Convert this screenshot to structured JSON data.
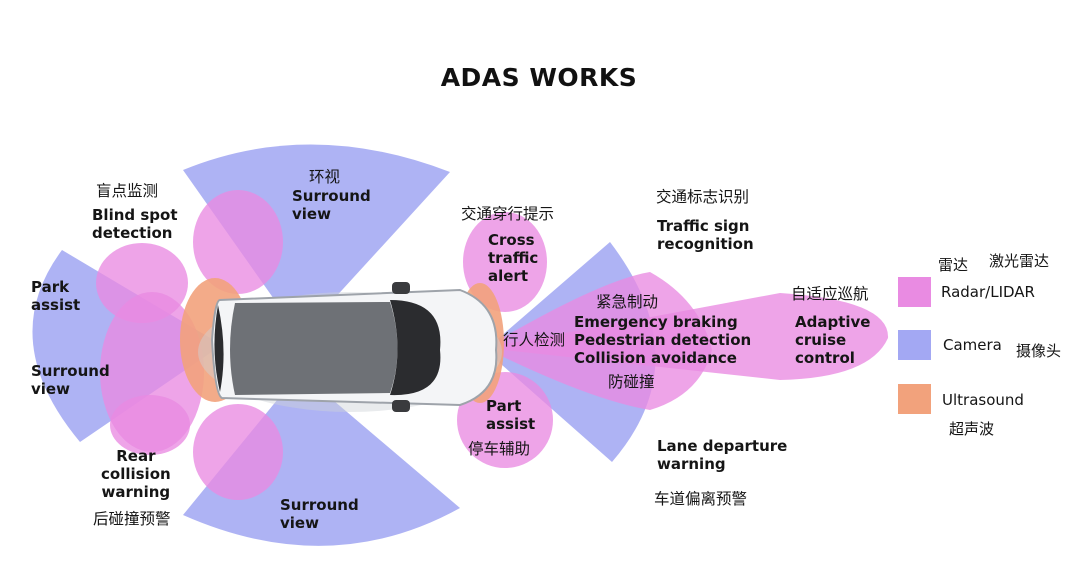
{
  "title": "ADAS WORKS",
  "colors": {
    "radar": "#e98be2",
    "camera": "#a3a8f3",
    "ultrasound": "#f2a27c"
  },
  "labels": {
    "blind_spot_cn": "盲点监测",
    "blind_spot_en": "Blind spot\ndetection",
    "surround_top_cn": "环视",
    "surround_top_en": "Surround\nview",
    "cross_traffic_cn": "交通穿行提示",
    "cross_traffic_en": "Cross\ntraffic\nalert",
    "traffic_sign_cn": "交通标志识别",
    "traffic_sign_en": "Traffic sign\nrecognition",
    "park_assist_en": "Park\nassist",
    "surround_left_en": "Surround\nview",
    "emergency_cn": "紧急制动",
    "emergency_en": "Emergency braking",
    "pedestrian_cn": "行人检测",
    "pedestrian_en": "Pedestrian detection",
    "collision_en": "Collision avoidance",
    "collision_cn": "防碰撞",
    "acc_cn": "自适应巡航",
    "acc_en": "Adaptive\ncruise\ncontrol",
    "rear_collision_en": "Rear\ncollision\nwarning",
    "rear_collision_cn": "后碰撞预警",
    "part_assist_en": "Part\nassist",
    "part_assist_cn": "停车辅助",
    "lane_departure_en": "Lane departure\nwarning",
    "lane_departure_cn": "车道偏离预警",
    "surround_bottom_en": "Surround\nview"
  },
  "legend": {
    "radar_cn": "雷达",
    "lidar_cn": "激光雷达",
    "radar_en": "Radar/LIDAR",
    "camera_en": "Camera",
    "camera_cn": "摄像头",
    "ultrasound_en": "Ultrasound",
    "ultrasound_cn": "超声波"
  }
}
